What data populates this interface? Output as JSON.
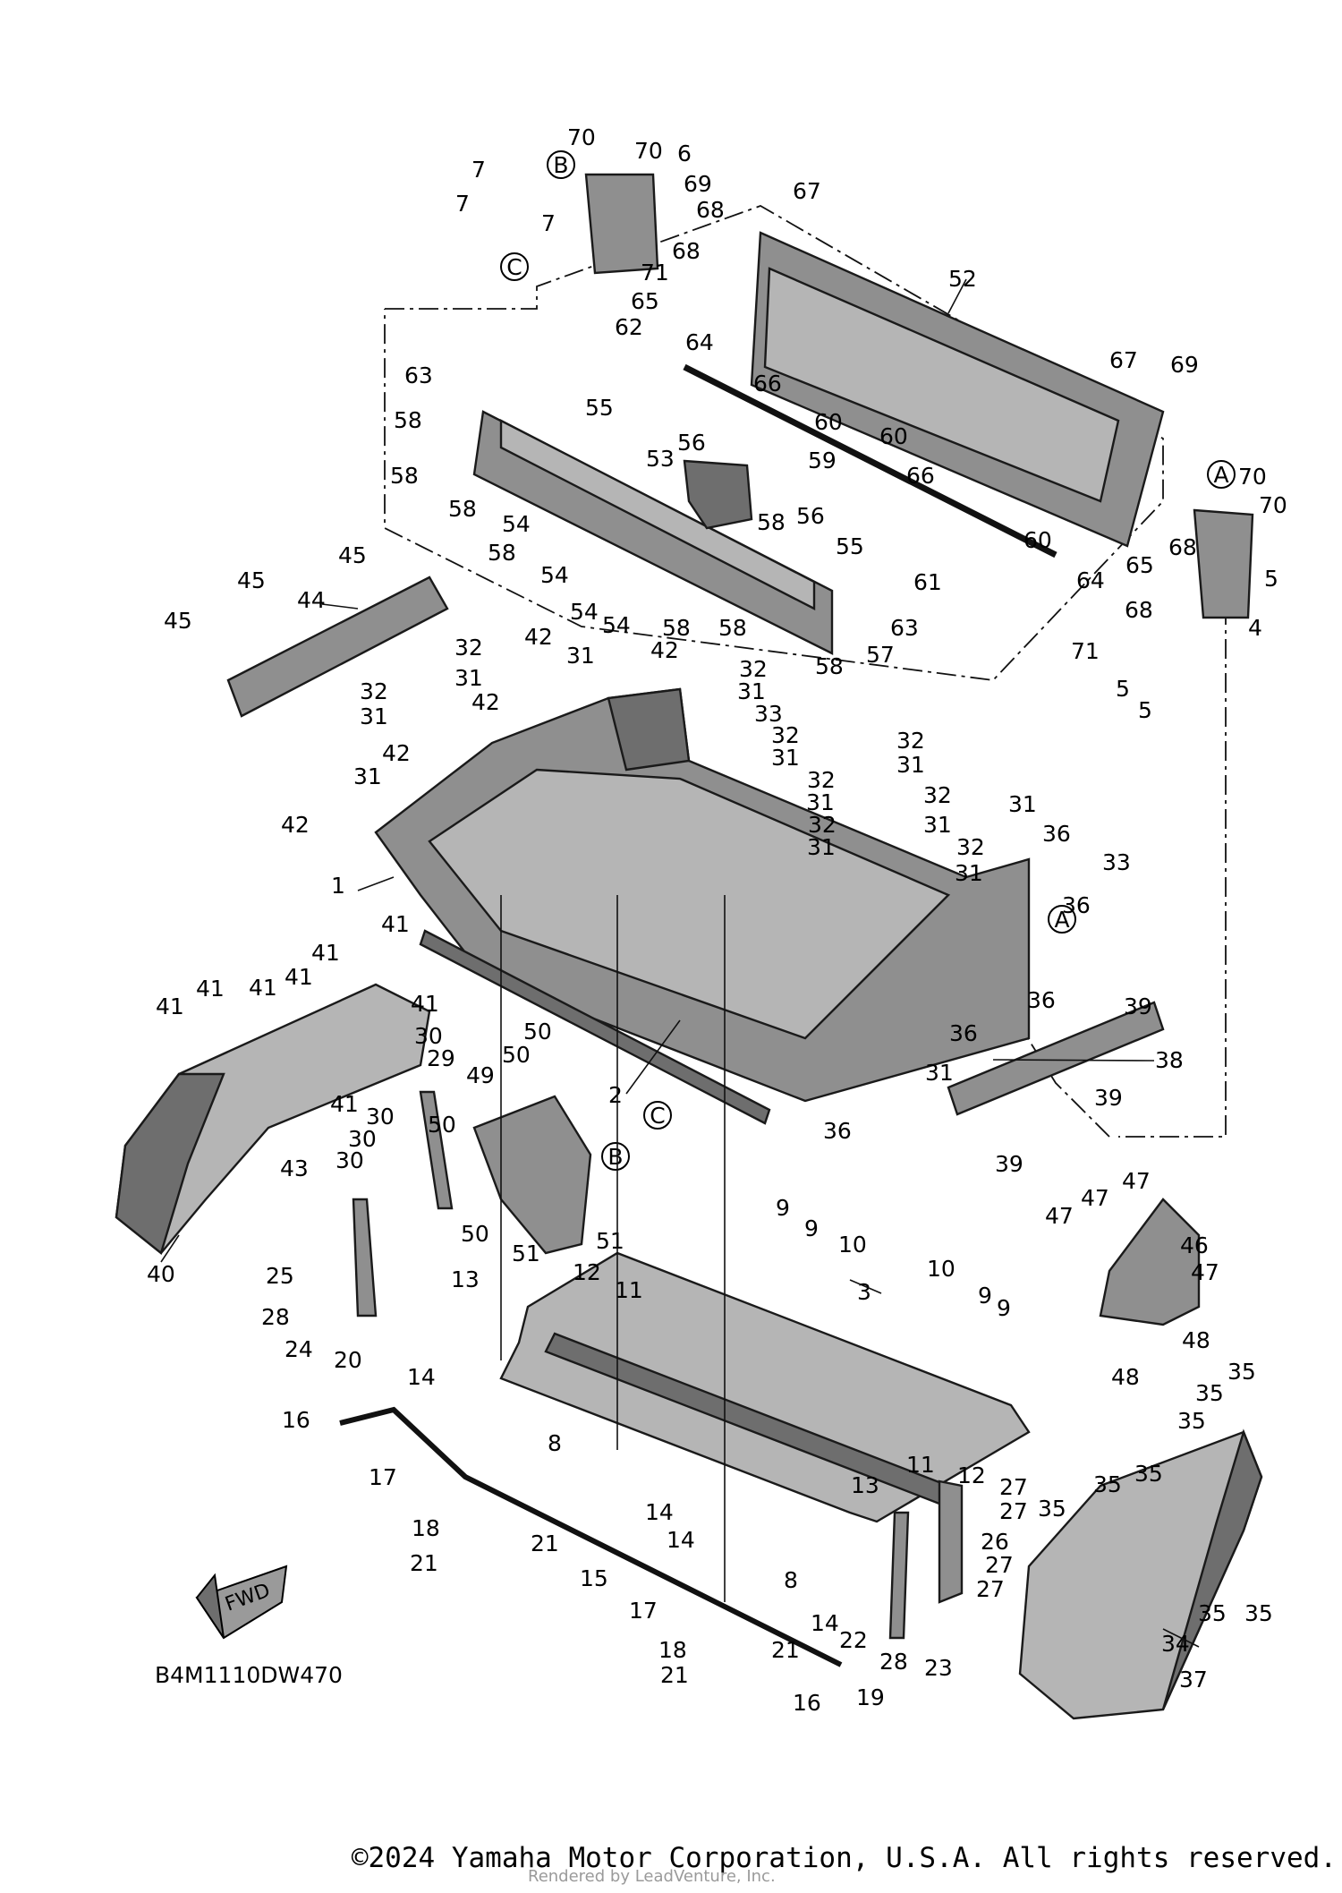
{
  "diagram": {
    "code": "B4M1110DW470",
    "fwd_label": "FWD",
    "reference_marks": [
      "A",
      "B",
      "C"
    ],
    "callouts": [
      "1",
      "2",
      "3",
      "4",
      "5",
      "6",
      "7",
      "8",
      "9",
      "10",
      "11",
      "12",
      "13",
      "14",
      "15",
      "16",
      "17",
      "18",
      "19",
      "20",
      "21",
      "22",
      "23",
      "24",
      "25",
      "26",
      "27",
      "28",
      "29",
      "30",
      "31",
      "32",
      "33",
      "34",
      "35",
      "36",
      "37",
      "38",
      "39",
      "40",
      "41",
      "42",
      "43",
      "44",
      "45",
      "46",
      "47",
      "48",
      "49",
      "50",
      "51",
      "52",
      "53",
      "54",
      "55",
      "56",
      "57",
      "58",
      "59",
      "60",
      "61",
      "62",
      "63",
      "64",
      "65",
      "66",
      "67",
      "68",
      "69",
      "70",
      "71"
    ]
  },
  "footer": {
    "copyright": "©2024 Yamaha Motor Corporation, U.S.A. All rights reserved.",
    "watermark": "Rendered by LeadVenture, Inc."
  }
}
